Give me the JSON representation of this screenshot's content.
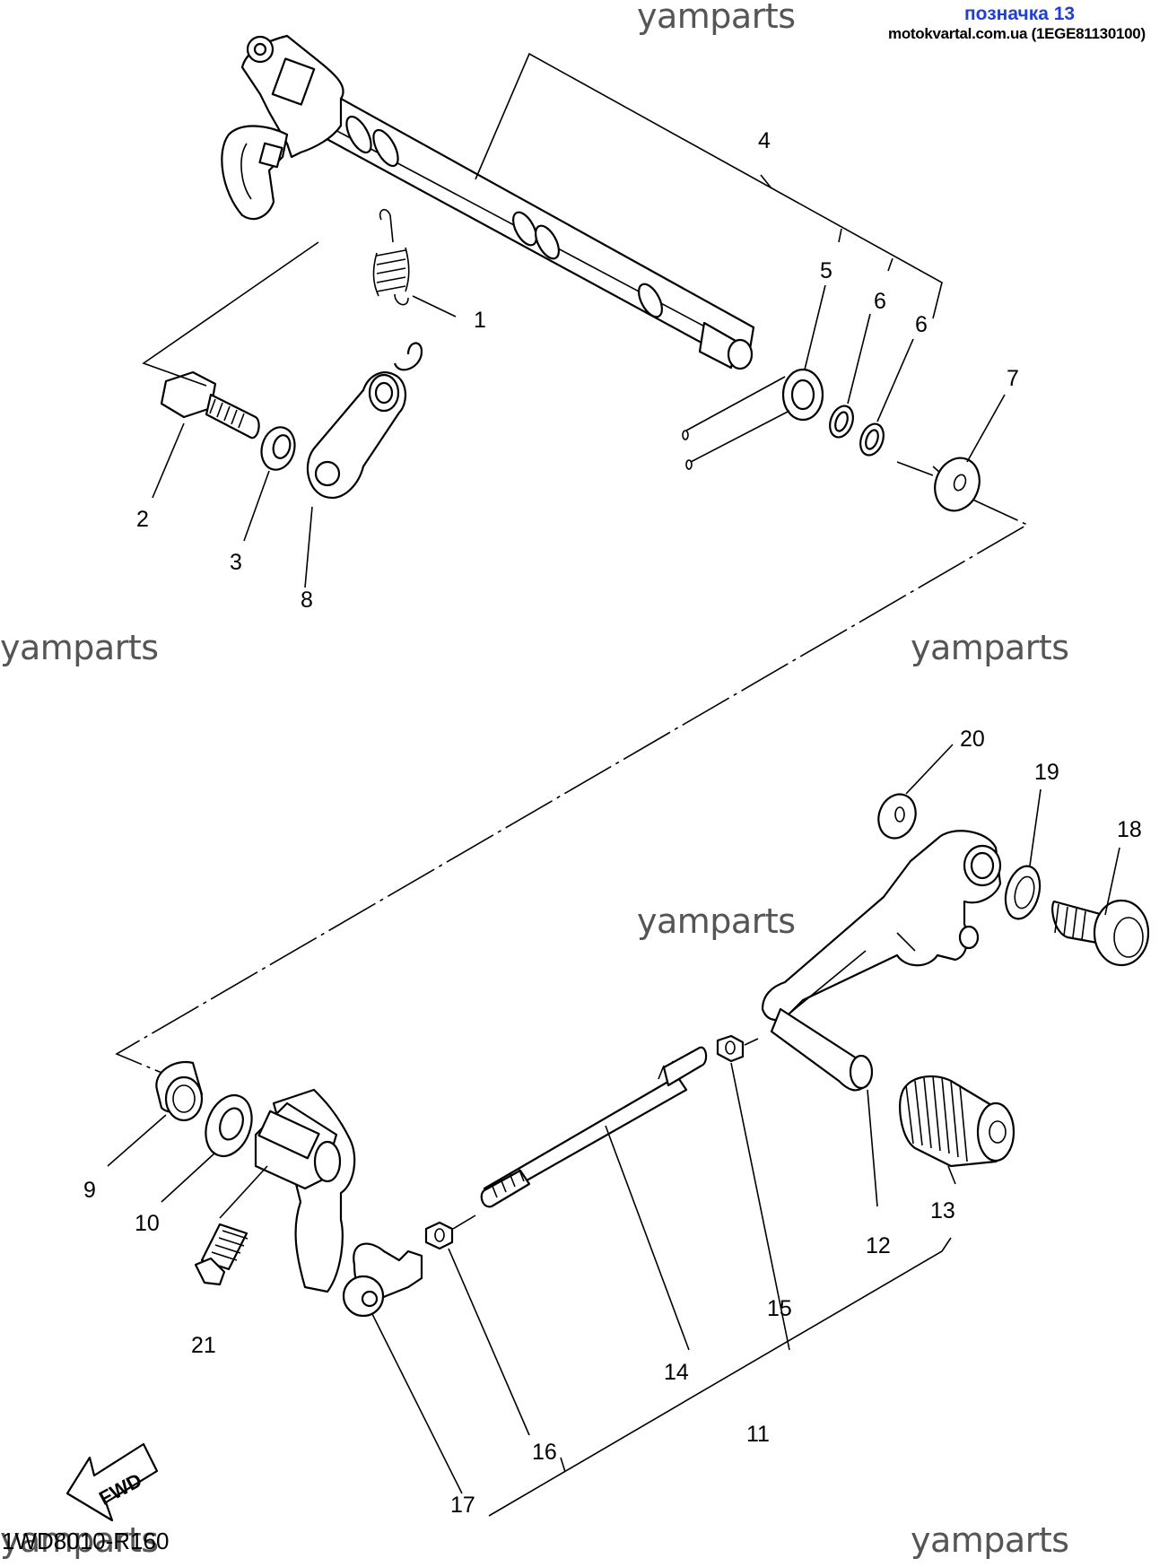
{
  "header": {
    "title": "позначка 13",
    "source": "motokvartal.com.ua (1EGE81130100)"
  },
  "watermark": "yamparts",
  "diagram_code": "1WD8010-R160",
  "fwd_label": "FWD",
  "callouts": {
    "n1": "1",
    "n2": "2",
    "n3": "3",
    "n4": "4",
    "n5": "5",
    "n6a": "6",
    "n6b": "6",
    "n7": "7",
    "n8": "8",
    "n9": "9",
    "n10": "10",
    "n11": "11",
    "n12": "12",
    "n13": "13",
    "n14": "14",
    "n15": "15",
    "n16": "16",
    "n17": "17",
    "n18": "18",
    "n19": "19",
    "n20": "20",
    "n21": "21"
  }
}
